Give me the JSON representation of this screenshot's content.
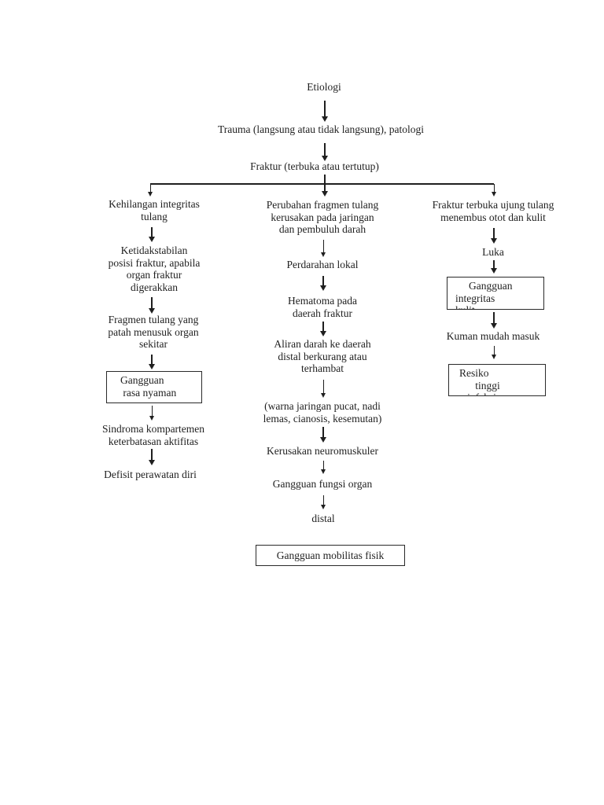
{
  "colors": {
    "ink": "#1f1f1f",
    "paper": "#ffffff"
  },
  "flowchart": {
    "nodes": {
      "etiologi": "Etiologi",
      "trauma": "Trauma (langsung atau tidak langsung), patologi",
      "fraktur": "Fraktur (terbuka atau tertutup)",
      "left_1": "Kehilangan integritas\ntulang",
      "left_2": "Ketidakstabilan\nposisi fraktur, apabila\norgan fraktur\ndigerakkan",
      "left_3": "Fragmen tulang yang\npatah menusuk organ\nsekitar",
      "left_box": "Gangguan\n rasa nyaman",
      "left_4": "Sindroma kompartemen\nketerbatasan aktifitas",
      "left_5": "Defisit perawatan diri",
      "mid_1": "Perubahan fragmen tulang\nkerusakan pada jaringan\ndan pembuluh darah",
      "mid_2": "Perdarahan lokal",
      "mid_3": "Hematoma pada\ndaerah fraktur",
      "mid_4": "Aliran darah ke daerah\ndistal berkurang atau\nterhambat",
      "mid_5": "(warna jaringan pucat, nadi\nlemas, cianosis, kesemutan)",
      "mid_6": "Kerusakan neuromuskuler",
      "mid_7": "Gangguan fungsi organ",
      "mid_8": "distal",
      "mid_box": "Gangguan mobilitas fisik",
      "right_1": "Fraktur terbuka ujung tulang\nmenembus otot dan kulit",
      "right_2": "Luka",
      "right_box_1": "Gangguan\nintegritas\nkulit",
      "right_3": "Kuman mudah masuk",
      "right_box_2": "Resiko\n      tinggi\n   infeksi"
    }
  }
}
